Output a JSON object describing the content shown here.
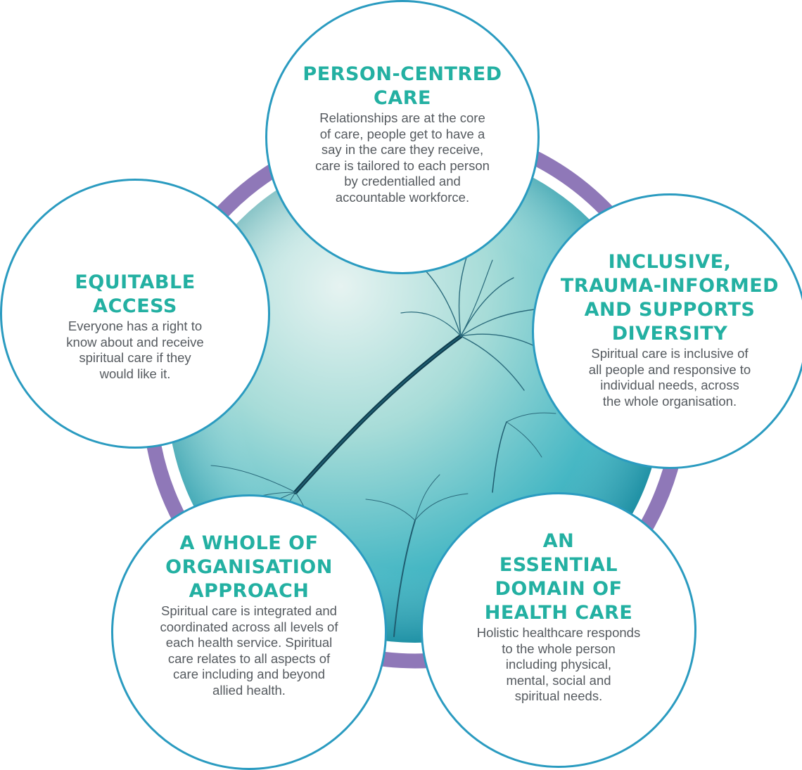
{
  "colors": {
    "ring": "#8f78b8",
    "border": "#2a9bc0",
    "title": "#23b0a2",
    "body": "#555a5f",
    "center_light": "#d4ecec",
    "center_mid": "#6cc7c9",
    "center_dark": "#0f8ea6"
  },
  "nodes": {
    "person_centred": {
      "title": "PERSON-CENTRED\nCARE",
      "body": "Relationships are at the core\nof care, people get to have a\nsay in the care they receive,\ncare is tailored to each person\nby credentialled and\naccountable workforce."
    },
    "equitable_access": {
      "title": "EQUITABLE\nACCESS",
      "body": "Everyone has a right to\nknow about and receive\nspiritual care if they\nwould like it."
    },
    "inclusive": {
      "title": "INCLUSIVE,\nTRAUMA-INFORMED\nAND SUPPORTS\nDIVERSITY",
      "body": "Spiritual care is inclusive of\nall people and responsive to\nindividual needs, across\nthe whole organisation."
    },
    "whole_of_organisation": {
      "title": "A WHOLE OF\nORGANISATION\nAPPROACH",
      "body": "Spiritual care is integrated and\ncoordinated across all levels of\neach health service. Spiritual\ncare relates to all aspects of\ncare including and beyond\nallied health."
    },
    "essential_domain": {
      "title": "AN\nESSENTIAL\nDOMAIN OF\nHEALTH CARE",
      "body": "Holistic healthcare responds\nto the whole person\nincluding physical,\nmental, social and\nspiritual needs."
    }
  }
}
